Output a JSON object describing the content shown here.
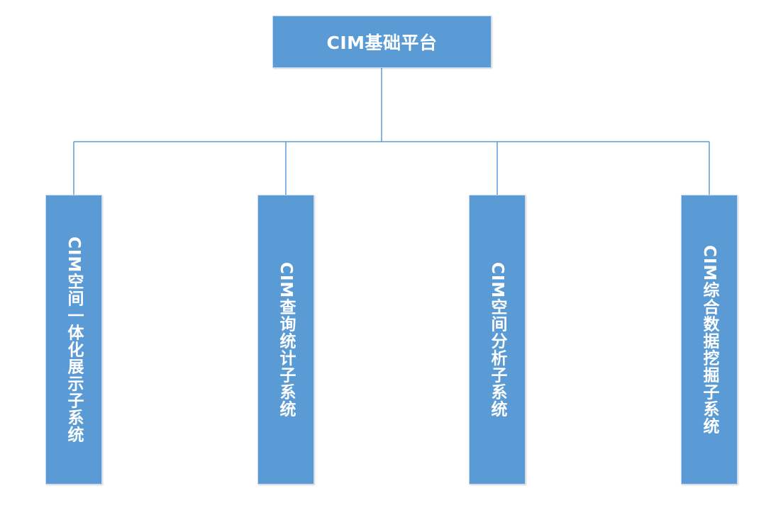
{
  "diagram": {
    "root": {
      "label": "CIM基础平台"
    },
    "children": [
      {
        "label": "CIM空间一体化展示子系统"
      },
      {
        "label": "CIM查询统计子系统"
      },
      {
        "label": "CIM空间分析子系统"
      },
      {
        "label": "CIM综合数据挖掘子系统"
      }
    ],
    "colors": {
      "box_fill": "#5b9bd5",
      "box_text": "#ffffff",
      "connector": "#5b9bd5"
    }
  }
}
